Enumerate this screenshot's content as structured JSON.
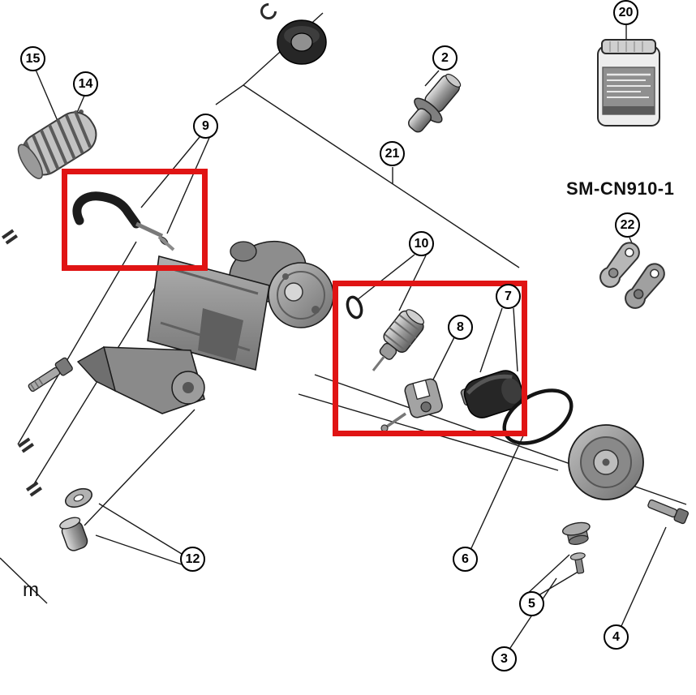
{
  "figure": {
    "product_label": "SM-CN910-1",
    "corner_label": "m",
    "highlight_color": "#e01414",
    "callouts": [
      {
        "label": "15"
      },
      {
        "label": "14"
      },
      {
        "label": "9"
      },
      {
        "label": "2"
      },
      {
        "label": "20"
      },
      {
        "label": "21"
      },
      {
        "label": "10"
      },
      {
        "label": "22"
      },
      {
        "label": "7"
      },
      {
        "label": "8"
      },
      {
        "label": "12"
      },
      {
        "label": "6"
      },
      {
        "label": "5"
      },
      {
        "label": "4"
      },
      {
        "label": "3"
      }
    ]
  }
}
